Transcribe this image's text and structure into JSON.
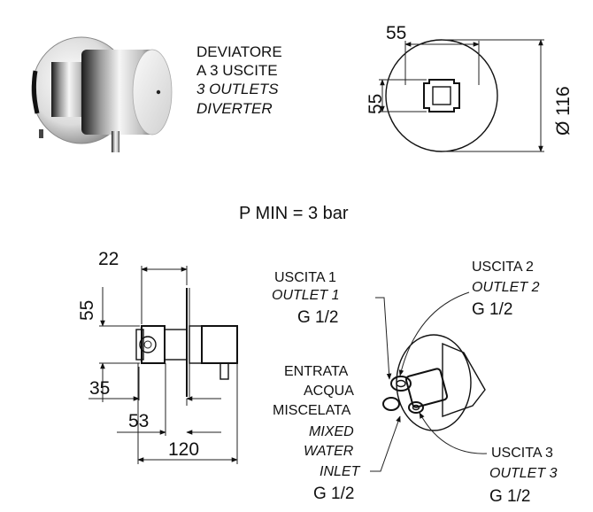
{
  "product_label": {
    "line1": "DEVIATORE",
    "line2": "A 3 USCITE",
    "line3": "3 OUTLETS",
    "line4": "DIVERTER"
  },
  "front_view": {
    "width_dim": "55",
    "height_dim": "55",
    "diameter_dim": "Ø 116"
  },
  "pressure_note": "P MIN = 3 bar",
  "side_view": {
    "dim_22": "22",
    "dim_55": "55",
    "dim_35": "35",
    "dim_53": "53",
    "dim_120": "120"
  },
  "outlets": {
    "outlet1": {
      "it": "USCITA 1",
      "en": "OUTLET 1",
      "size": "G 1/2"
    },
    "outlet2": {
      "it": "USCITA 2",
      "en": "OUTLET 2",
      "size": "G 1/2"
    },
    "outlet3": {
      "it": "USCITA 3",
      "en": "OUTLET 3",
      "size": "G 1/2"
    },
    "inlet": {
      "it1": "ENTRATA",
      "it2": "ACQUA",
      "it3": "MISCELATA",
      "en1": "MIXED",
      "en2": "WATER",
      "en3": "INLET",
      "size": "G 1/2"
    }
  },
  "colors": {
    "ink": "#111111",
    "chrome_light": "#f2f2f2",
    "chrome_dark": "#2a2a2a"
  }
}
